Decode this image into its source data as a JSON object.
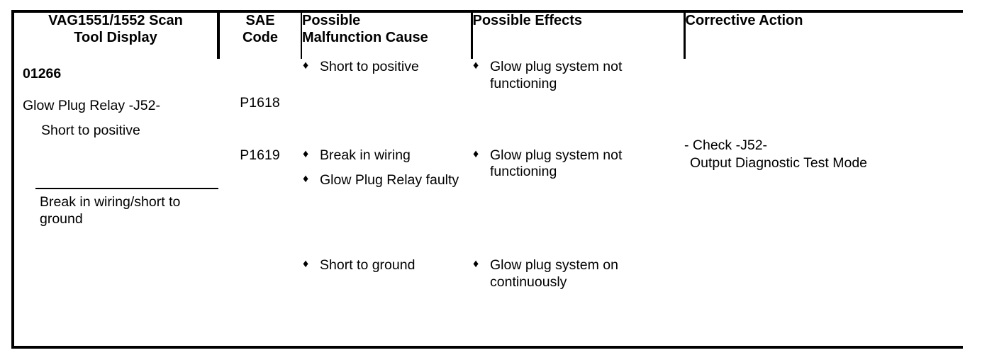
{
  "table": {
    "headers": [
      "VAG1551/1552 Scan Tool Display",
      "SAE Code",
      "Possible Malfunction Cause",
      "Possible Effects",
      "Corrective Action"
    ],
    "header_lines": {
      "col1_line1": "VAG1551/1552 Scan",
      "col1_line2": "Tool Display",
      "col2_line1": "SAE",
      "col2_line2": "Code",
      "col3_line1": "Possible",
      "col3_line2": "Malfunction Cause",
      "col4_line1": "Possible Effects",
      "col5_line1": "Corrective Action"
    },
    "scan_tool_display": {
      "fault_code": "01266",
      "component": "Glow Plug Relay -J52-",
      "condition_1": "Short to positive",
      "condition_2": "Break in wiring/short to ground"
    },
    "rows": [
      {
        "sae_code": "P1618",
        "causes": [
          "Short to positive"
        ],
        "effects": [
          "Glow plug system not functioning"
        ]
      },
      {
        "sae_code": "P1619",
        "causes": [
          "Break in wiring",
          "Glow Plug Relay faulty"
        ],
        "effects": [
          "Glow plug system not functioning"
        ]
      },
      {
        "sae_code": "",
        "causes": [
          "Short to ground"
        ],
        "effects": [
          "Glow plug system on continuously"
        ]
      }
    ],
    "corrective_action": {
      "line1": "- Check -J52-",
      "line2": "Output Diagnostic Test Mode"
    },
    "bullet_glyph": "♦"
  }
}
